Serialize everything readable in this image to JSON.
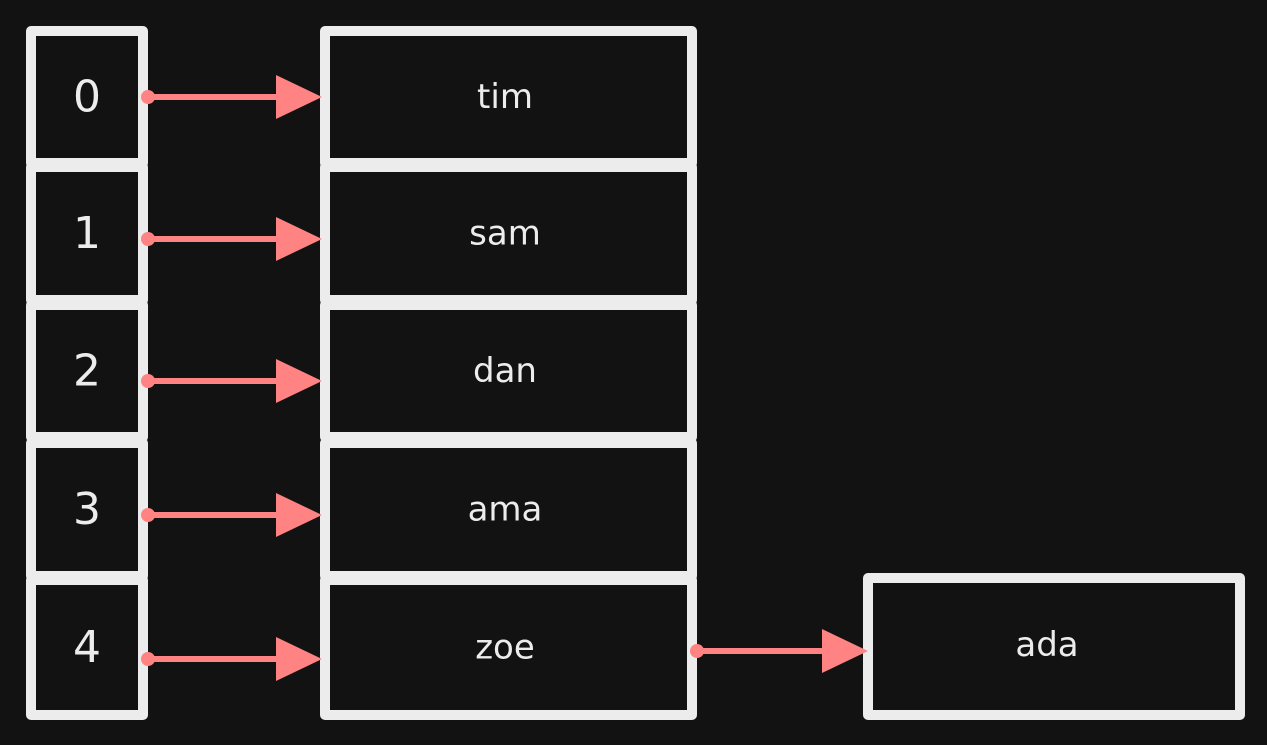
{
  "colors": {
    "background": "#121212",
    "stroke": "#ececec",
    "arrow": "#ff8383"
  },
  "indices": [
    "0",
    "1",
    "2",
    "3",
    "4"
  ],
  "values": [
    "tim",
    "sam",
    "dan",
    "ama",
    "zoe"
  ],
  "chained": {
    "from_index": 4,
    "value": "ada"
  }
}
